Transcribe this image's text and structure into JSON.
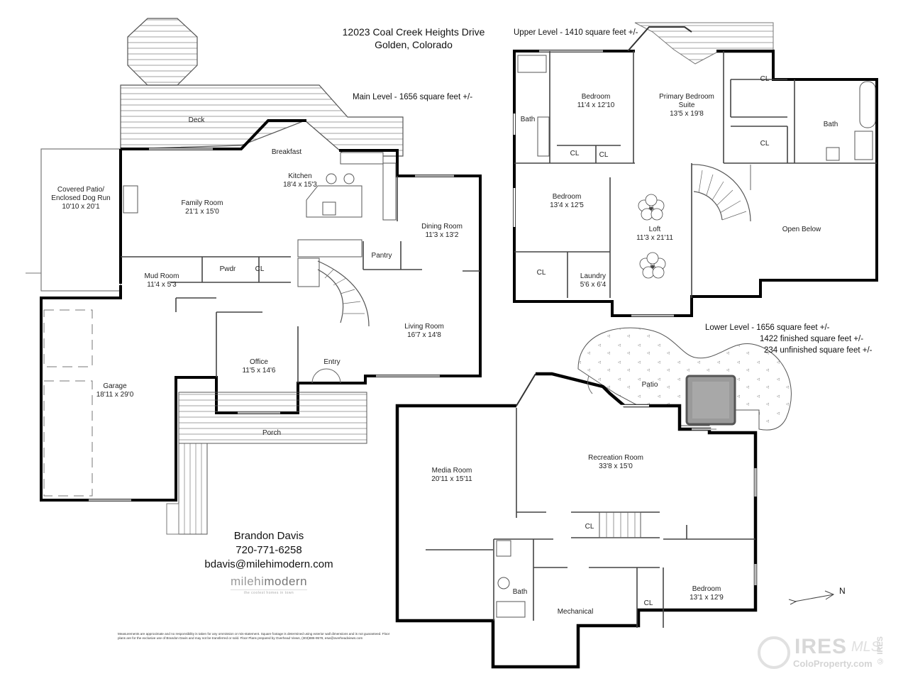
{
  "header": {
    "address_line1": "12023 Coal Creek Heights Drive",
    "address_line2": "Golden, Colorado"
  },
  "main_level": {
    "title": "Main Level - 1656 square feet +/-",
    "rooms": [
      {
        "name": "Deck",
        "dims": ""
      },
      {
        "name": "Breakfast",
        "dims": ""
      },
      {
        "name": "Kitchen",
        "dims": "18'4 x 15'3"
      },
      {
        "name": "Covered Patio/",
        "name2": "Enclosed Dog Run",
        "dims": "10'10 x 20'1"
      },
      {
        "name": "Family Room",
        "dims": "21'1 x 15'0"
      },
      {
        "name": "Dining Room",
        "dims": "11'3 x 13'2"
      },
      {
        "name": "Pantry",
        "dims": ""
      },
      {
        "name": "Mud Room",
        "dims": "11'4 x 5'3"
      },
      {
        "name": "Pwdr",
        "dims": ""
      },
      {
        "name": "CL",
        "dims": ""
      },
      {
        "name": "Living Room",
        "dims": "16'7 x 14'8"
      },
      {
        "name": "Office",
        "dims": "11'5 x 14'6"
      },
      {
        "name": "Entry",
        "dims": ""
      },
      {
        "name": "Garage",
        "dims": "18'11 x 29'0"
      },
      {
        "name": "Porch",
        "dims": ""
      }
    ]
  },
  "upper_level": {
    "title": "Upper Level - 1410 square feet +/-",
    "rooms": [
      {
        "name": "Bedroom",
        "dims": "11'4 x 12'10"
      },
      {
        "name": "Primary Bedroom",
        "name2": "Suite",
        "dims": "13'5 x 19'8"
      },
      {
        "name": "CL",
        "dims": ""
      },
      {
        "name": "Bath",
        "dims": ""
      },
      {
        "name": "Bath",
        "dims": ""
      },
      {
        "name": "CL",
        "dims": ""
      },
      {
        "name": "CL",
        "dims": ""
      },
      {
        "name": "CL",
        "dims": ""
      },
      {
        "name": "Bedroom",
        "dims": "13'4 x 12'5"
      },
      {
        "name": "Loft",
        "dims": "11'3 x 21'11"
      },
      {
        "name": "Open Below",
        "dims": ""
      },
      {
        "name": "CL",
        "dims": ""
      },
      {
        "name": "Laundry",
        "dims": "5'6 x 6'4"
      }
    ]
  },
  "lower_level": {
    "title": "Lower Level - 1656 square feet +/-",
    "finished": "1422 finished square feet +/-",
    "unfinished": "234 unfinished square feet +/-",
    "rooms": [
      {
        "name": "Patio",
        "dims": ""
      },
      {
        "name": "Recreation Room",
        "dims": "33'8 x 15'0"
      },
      {
        "name": "Media Room",
        "dims": "20'11 x 15'11"
      },
      {
        "name": "CL",
        "dims": ""
      },
      {
        "name": "Bath",
        "dims": ""
      },
      {
        "name": "Mechanical",
        "dims": ""
      },
      {
        "name": "CL",
        "dims": ""
      },
      {
        "name": "Bedroom",
        "dims": "13'1 x 12'9"
      }
    ]
  },
  "contact": {
    "name": "Brandon Davis",
    "phone": "720-771-6258",
    "email": "bdavis@milehimodern.com"
  },
  "logo": {
    "word_light": "milehi",
    "word_dark": "modern",
    "tagline": "the coolest homes in town"
  },
  "disclaimer": "Measurements are approximate and no responsibility is taken for any ommission or mis-statement.   Square footage is determined using exterior wall dimensions and is not guaranteed. Floor plans are for the exclusive use of Brandon Davis and may not be transferred or sold. Floor Plans prepared by Overhead Views, (303)886-9578, esw@overheadviews.com",
  "compass": {
    "label": "N",
    "icon": "north-arrow-icon"
  },
  "watermark": {
    "brand": "IRES",
    "mls": "MLS",
    "site": "ColoProperty.com",
    "copyright": "© IRES"
  },
  "colors": {
    "wall": "#000000",
    "line": "#555555",
    "hot_tub": "#8a8a8a",
    "watermark": "#d4d4d4"
  }
}
